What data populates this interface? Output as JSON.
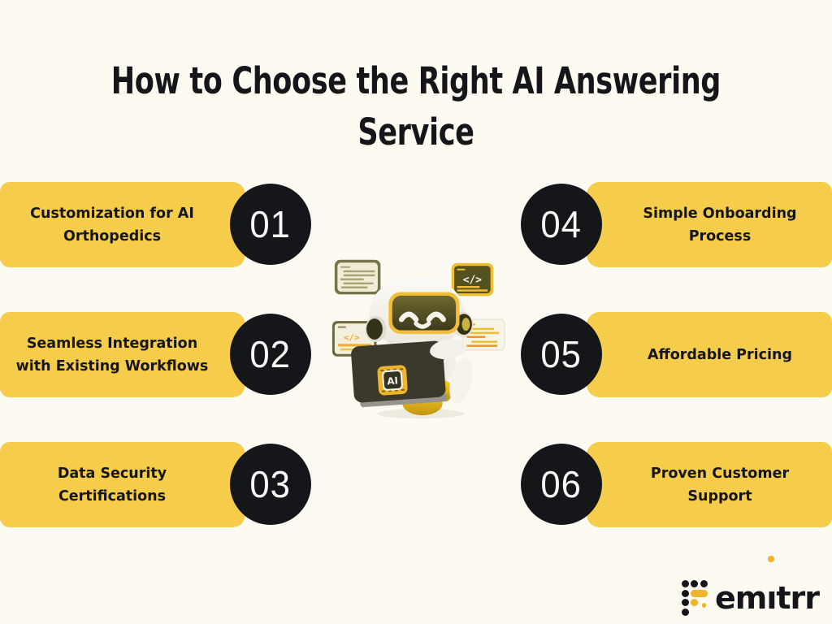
{
  "page": {
    "title": "How to Choose the Right AI Answering Service",
    "title_line1": "How to Choose the Right AI Answering",
    "title_line2": "Service"
  },
  "steps": [
    {
      "number": "01",
      "label": "Customization for AI\nOrthopedics"
    },
    {
      "number": "02",
      "label": "Seamless Integration\nwith Existing Workflows"
    },
    {
      "number": "03",
      "label": "Data Security\nCertifications"
    },
    {
      "number": "04",
      "label": "Simple Onboarding\nProcess"
    },
    {
      "number": "05",
      "label": "Affordable Pricing"
    },
    {
      "number": "06",
      "label": "Proven Customer\nSupport"
    }
  ],
  "illustration": {
    "ai_chip_label": "AI",
    "code_glyph": "</>"
  },
  "logo": {
    "text": "emitrr",
    "text_pre": "em",
    "letter_i_dotless": "ı",
    "text_post": "trr"
  },
  "colors": {
    "background": "#FCFAF1",
    "accent_yellow": "#F5CD4A",
    "badge_black": "#15161A",
    "number_white": "#F7F7F5",
    "text_dark": "#15151A",
    "logo_yellow": "#F0B52D",
    "card_olive": "#55511F",
    "card_cream": "#EFEDD8"
  }
}
